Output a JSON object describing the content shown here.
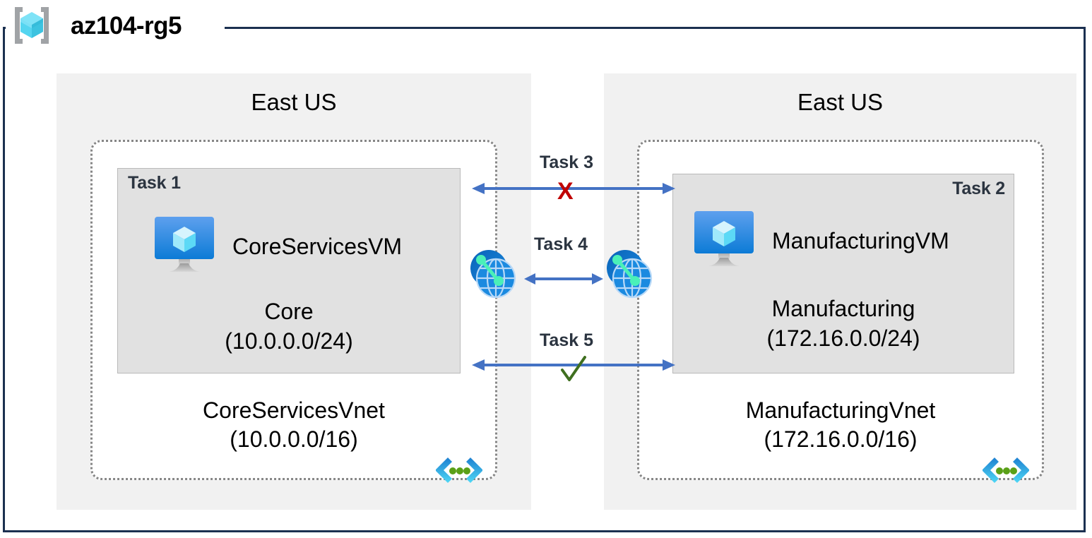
{
  "resource_group": {
    "name": "az104-rg5",
    "icon": "resource-group-icon"
  },
  "regions": [
    {
      "id": "left",
      "label": "East US"
    },
    {
      "id": "right",
      "label": "East US"
    }
  ],
  "vnets": [
    {
      "id": "core",
      "name": "CoreServicesVnet",
      "address_space": "(10.0.0.0/16)",
      "icon": "vnet-icon",
      "subnet": {
        "task_tag": "Task 1",
        "vm_name": "CoreServicesVM",
        "vm_icon": "virtual-machine-icon",
        "subnet_name": "Core",
        "subnet_range": "(10.0.0.0/24)"
      }
    },
    {
      "id": "manufacturing",
      "name": "ManufacturingVnet",
      "address_space": "(172.16.0.0/16)",
      "icon": "vnet-icon",
      "subnet": {
        "task_tag": "Task 2",
        "vm_name": "ManufacturingVM",
        "vm_icon": "virtual-machine-icon",
        "subnet_name": "Manufacturing",
        "subnet_range": "(172.16.0.0/24)"
      }
    }
  ],
  "connections": [
    {
      "id": "task3",
      "label": "Task 3",
      "mark": "X",
      "mark_meaning": "blocked",
      "mark_color": "#c00000"
    },
    {
      "id": "task4",
      "label": "Task 4",
      "mark": "",
      "mark_meaning": "peering",
      "mark_color": ""
    },
    {
      "id": "task5",
      "label": "Task 5",
      "mark": "✓",
      "mark_meaning": "allowed",
      "mark_color": "#3f6f1f"
    }
  ],
  "peering_icons": [
    {
      "id": "peer-left",
      "icon": "vnet-peering-icon"
    },
    {
      "id": "peer-right",
      "icon": "vnet-peering-icon"
    }
  ],
  "colors": {
    "frame_border": "#1b3050",
    "region_bg": "#f1f1f1",
    "vnet_border": "#868686",
    "subnet_bg": "#e1e1e1",
    "arrow": "#4472c4",
    "task_text": "#2b3440",
    "blocked": "#c00000",
    "allowed": "#3f6f1f"
  }
}
